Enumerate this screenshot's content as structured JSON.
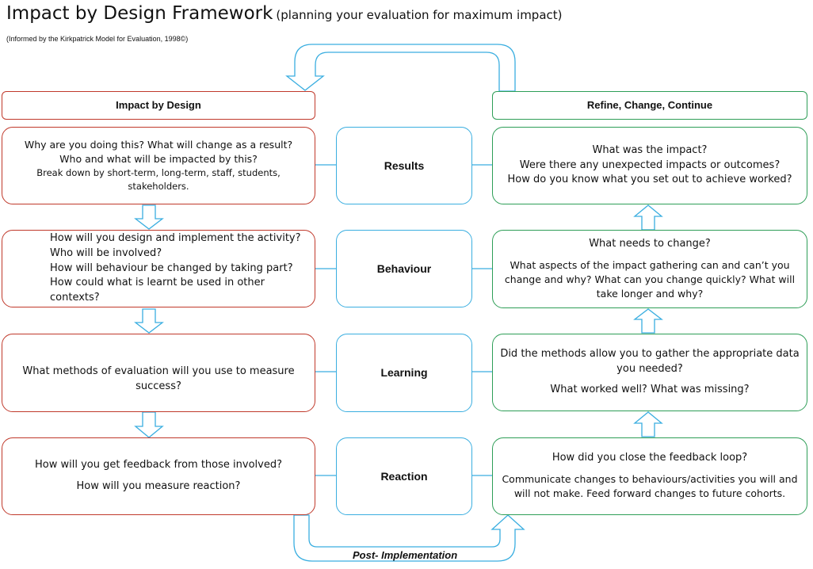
{
  "title": {
    "main": "Impact by Design Framework",
    "subtitle": "(planning your evaluation for maximum impact)",
    "informed": "(Informed by the Kirkpatrick Model for Evaluation, 1998©)"
  },
  "left": {
    "header": "Impact by Design",
    "results": [
      "Why are you doing this? What will change as a result?",
      "Who and what will be impacted by this?",
      "Break down by short-term, long-term, staff, students, stakeholders."
    ],
    "behaviour": [
      "How will you design and implement the activity?",
      "Who will be involved?",
      "How will behaviour be changed by taking part?",
      "How could what is learnt be used in other contexts?"
    ],
    "learning": [
      "What methods of evaluation will you use to measure success?"
    ],
    "reaction": [
      "How will you get feedback from those involved?",
      "How will you measure reaction?"
    ]
  },
  "middle": {
    "results": "Results",
    "behaviour": "Behaviour",
    "learning": "Learning",
    "reaction": "Reaction"
  },
  "right": {
    "header": "Refine, Change, Continue",
    "results": [
      "What was the impact?",
      "Were there any unexpected impacts or outcomes?",
      "How do you know what you set out to achieve worked?"
    ],
    "behaviour": [
      "What needs to change?",
      "What aspects of the impact gathering can and can’t you change and why? What can you change quickly? What will take longer and why?"
    ],
    "learning": [
      "Did the methods allow you to gather the appropriate data you needed?",
      "What worked well? What was missing?"
    ],
    "reaction": [
      "How did you close the feedback loop?",
      "Communicate changes to behaviours/activities you will and will not make. Feed forward changes to future cohorts."
    ]
  },
  "post_label": "Post- Implementation",
  "colors": {
    "red": "#c0392b",
    "green": "#2e9e57",
    "blue": "#3aaee0"
  }
}
